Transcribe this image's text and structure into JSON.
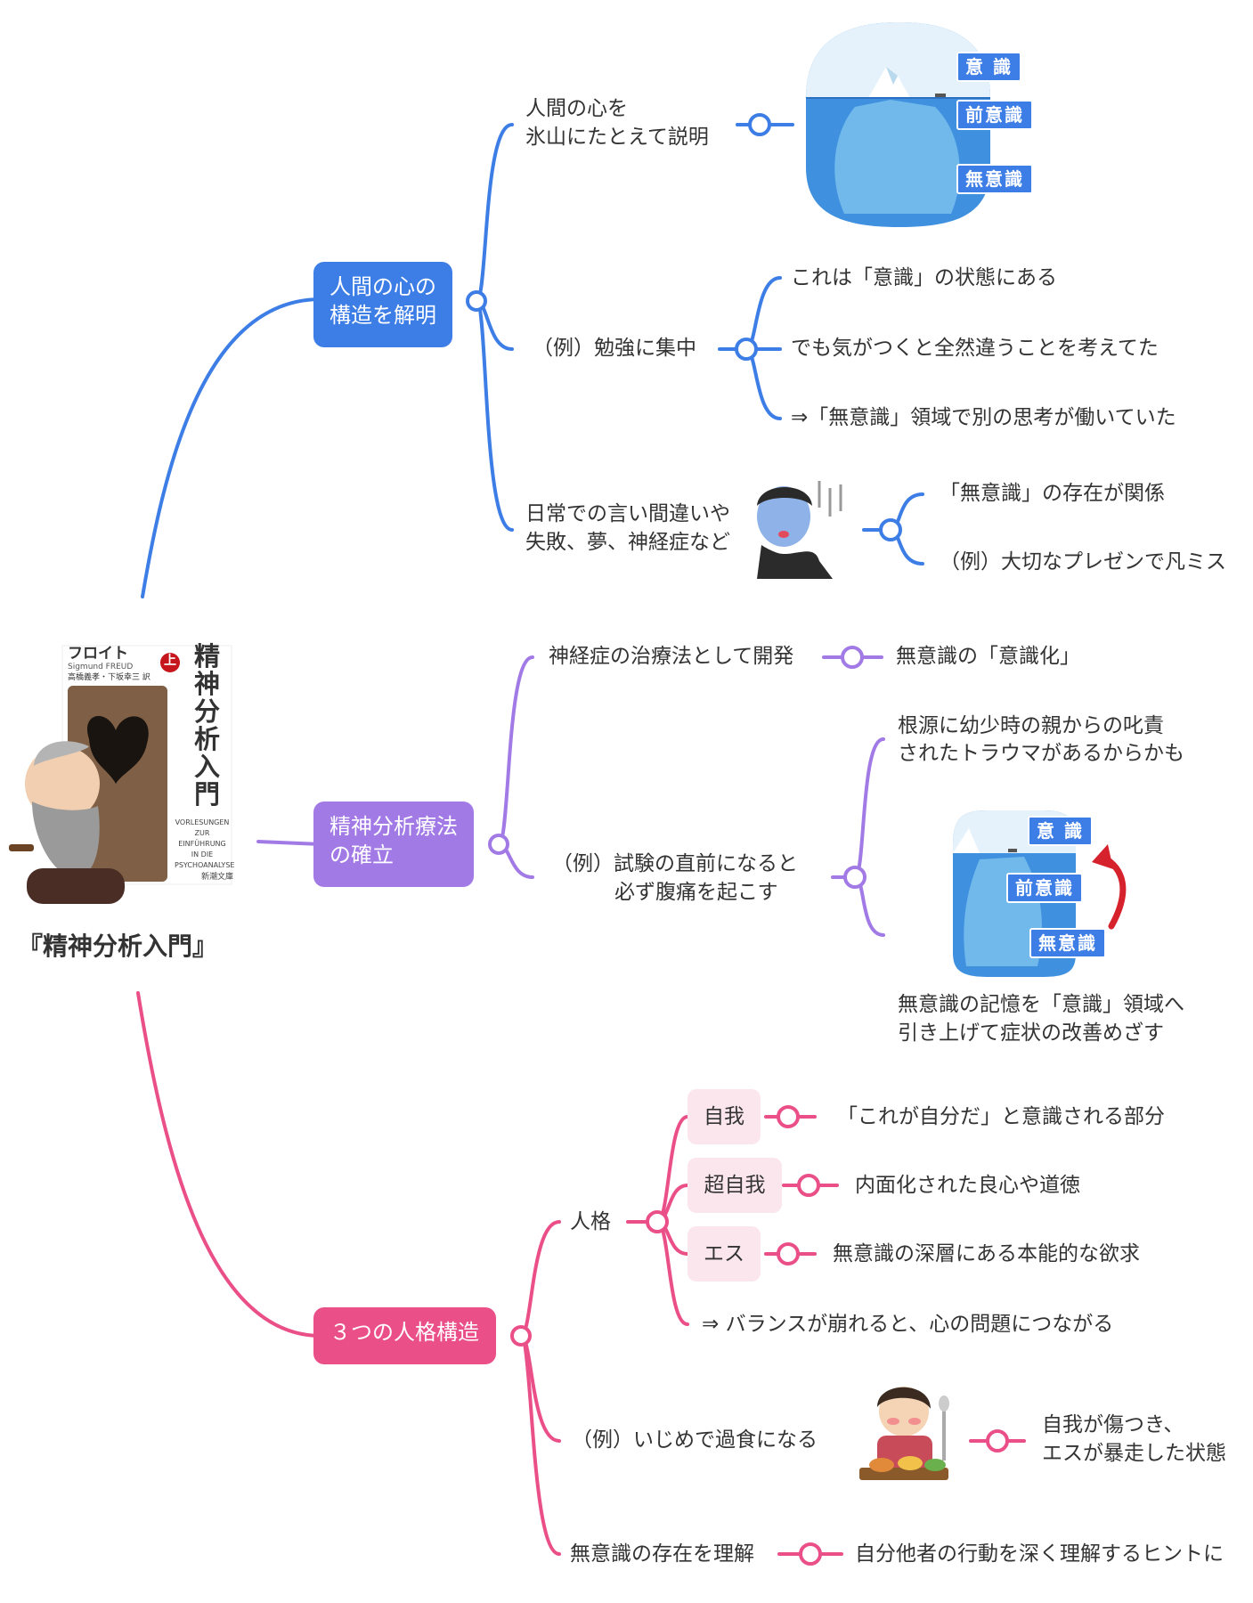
{
  "center": {
    "title": "『精神分析入門』",
    "book": {
      "author": "フロイト",
      "author_latin": "Sigmund FREUD",
      "translators": "高橋義孝・下坂幸三 訳",
      "volume": "上",
      "title": "精神分析入門",
      "subtitle": "VORLESUNGEN ZUR EINFÜHRUNG IN DIE PSYCHOANALYSE",
      "publisher": "新潮文庫"
    }
  },
  "colors": {
    "blue": "#3d7de6",
    "purple": "#a27ae6",
    "pink": "#ea4f88"
  },
  "branches": {
    "mind": {
      "label": "人間の心の\n構造を解明",
      "iceberg": {
        "line1": "人間の心を",
        "line2": "氷山にたとえて説明",
        "tags": [
          "意 識",
          "前意識",
          "無意識"
        ]
      },
      "example": {
        "label": "（例）勉強に集中",
        "items": [
          "これは「意識」の状態にある",
          "でも気がつくと全然違うことを考えてた",
          "⇒「無意識」領域で別の思考が働いていた"
        ]
      },
      "daily": {
        "line1": "日常での言い間違いや",
        "line2": "失敗、夢、神経症など",
        "items": [
          "「無意識」の存在が関係",
          "（例）大切なプレゼンで凡ミス"
        ]
      }
    },
    "therapy": {
      "label": "精神分析療法\nの確立",
      "dev": {
        "label": "神経症の治療法として開発",
        "result": "無意識の「意識化」"
      },
      "example": {
        "line1": "（例）試験の直前になると",
        "line2": "必ず腹痛を起こす",
        "cause_line1": "根源に幼少時の親からの叱責",
        "cause_line2": "されたトラウマがあるからかも",
        "tags": [
          "意 識",
          "前意識",
          "無意識"
        ],
        "cure_line1": "無意識の記憶を「意識」領域へ",
        "cure_line2": "引き上げて症状の改善めざす"
      }
    },
    "personality": {
      "label": "３つの人格構造",
      "person": {
        "label": "人格",
        "parts": [
          {
            "name": "自我",
            "desc": "「これが自分だ」と意識される部分"
          },
          {
            "name": "超自我",
            "desc": "内面化された良心や道徳"
          },
          {
            "name": "エス",
            "desc": "無意識の深層にある本能的な欲求"
          }
        ],
        "note": "⇒ バランスが崩れると、心の問題につながる"
      },
      "example": {
        "label": "（例）いじめで過食になる",
        "result_line1": "自我が傷つき、",
        "result_line2": "エスが暴走した状態"
      },
      "understand": {
        "label": "無意識の存在を理解",
        "result": "自分他者の行動を深く理解するヒントに"
      }
    }
  }
}
